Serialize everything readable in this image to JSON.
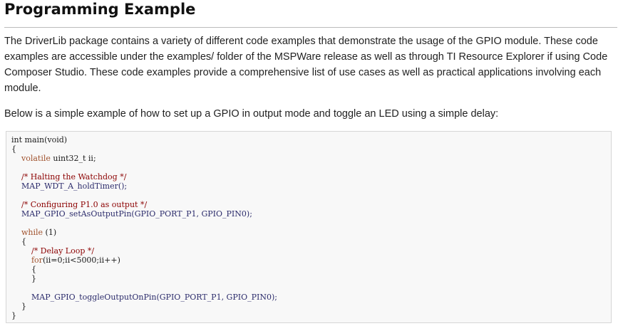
{
  "page": {
    "title": "Programming Example",
    "paragraph1": "The DriverLib package contains a variety of different code examples that demonstrate the usage of the GPIO module. These code examples are accessible under the examples/ folder of the MSPWare release as well as through TI Resource Explorer if using Code Composer Studio. These code examples provide a comprehensive list of use cases as well as practical applications involving each module.",
    "paragraph2": "Below is a simple example of how to set up a GPIO in output mode and toggle an LED using a simple delay:"
  },
  "code": {
    "lines": [
      {
        "indent": "",
        "parts": [
          {
            "t": "int",
            "c": "type"
          },
          {
            "t": " main(void)",
            "c": ""
          }
        ]
      },
      {
        "indent": "",
        "parts": [
          {
            "t": "{",
            "c": ""
          }
        ]
      },
      {
        "indent": "    ",
        "parts": [
          {
            "t": "volatile",
            "c": "kw"
          },
          {
            "t": " uint32_t ii;",
            "c": ""
          }
        ]
      },
      {
        "indent": "",
        "parts": []
      },
      {
        "indent": "    ",
        "parts": [
          {
            "t": "/* Halting the Watchdog */",
            "c": "cm"
          }
        ]
      },
      {
        "indent": "    ",
        "parts": [
          {
            "t": "MAP_WDT_A_holdTimer();",
            "c": "fn"
          }
        ]
      },
      {
        "indent": "",
        "parts": []
      },
      {
        "indent": "    ",
        "parts": [
          {
            "t": "/* Configuring P1.0 as output */",
            "c": "cm"
          }
        ]
      },
      {
        "indent": "    ",
        "parts": [
          {
            "t": "MAP_GPIO_setAsOutputPin(GPIO_PORT_P1, GPIO_PIN0);",
            "c": "fn"
          }
        ]
      },
      {
        "indent": "",
        "parts": []
      },
      {
        "indent": "    ",
        "parts": [
          {
            "t": "while",
            "c": "kw"
          },
          {
            "t": " (1)",
            "c": ""
          }
        ]
      },
      {
        "indent": "    ",
        "parts": [
          {
            "t": "{",
            "c": ""
          }
        ]
      },
      {
        "indent": "        ",
        "parts": [
          {
            "t": "/* Delay Loop */",
            "c": "cm"
          }
        ]
      },
      {
        "indent": "        ",
        "parts": [
          {
            "t": "for",
            "c": "kw"
          },
          {
            "t": "(ii=0;ii<5000;ii++)",
            "c": ""
          }
        ]
      },
      {
        "indent": "        ",
        "parts": [
          {
            "t": "{",
            "c": ""
          }
        ]
      },
      {
        "indent": "        ",
        "parts": [
          {
            "t": "}",
            "c": ""
          }
        ]
      },
      {
        "indent": "",
        "parts": []
      },
      {
        "indent": "        ",
        "parts": [
          {
            "t": "MAP_GPIO_toggleOutputOnPin(GPIO_PORT_P1, GPIO_PIN0);",
            "c": "fn"
          }
        ]
      },
      {
        "indent": "    ",
        "parts": [
          {
            "t": "}",
            "c": ""
          }
        ]
      },
      {
        "indent": "",
        "parts": [
          {
            "t": "}",
            "c": ""
          }
        ]
      }
    ]
  }
}
